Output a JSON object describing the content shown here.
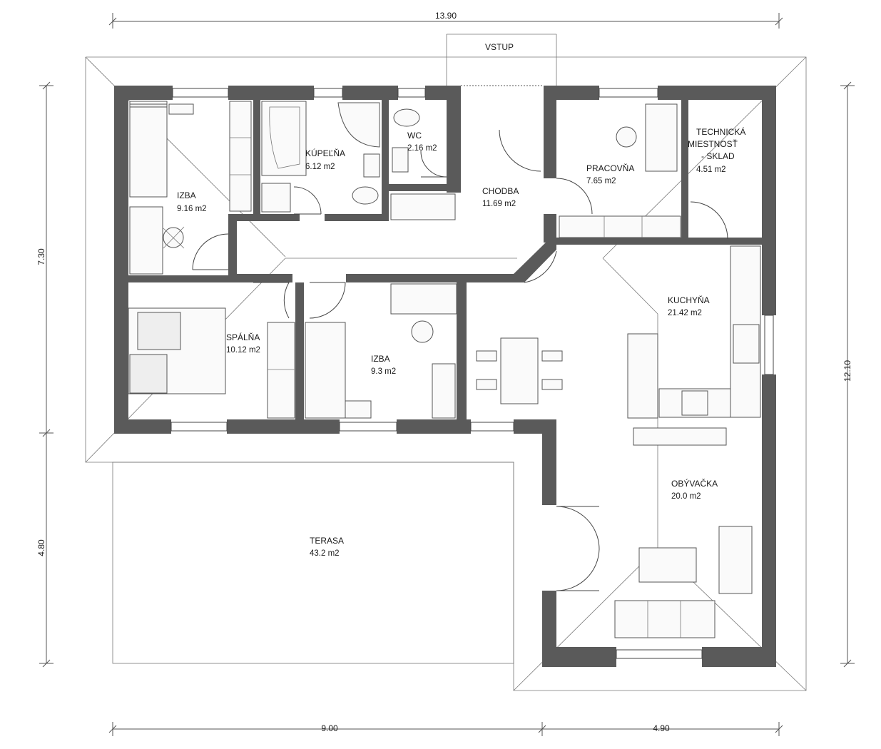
{
  "dimensions": {
    "top_width": "13.90",
    "bottom_left": "9.00",
    "bottom_right": "4.90",
    "left_upper": "7.30",
    "left_lower": "4.80",
    "right_total": "12.10"
  },
  "entrance_label": "VSTUP",
  "rooms": {
    "izba1": {
      "name": "IZBA",
      "area": "9.16 m2"
    },
    "kupelna": {
      "name": "KÚPEĽŇA",
      "area": "6.12 m2"
    },
    "wc": {
      "name": "WC",
      "area": "2.16 m2"
    },
    "chodba": {
      "name": "CHODBA",
      "area": "11.69 m2"
    },
    "pracovna": {
      "name": "PRACOVŇA",
      "area": "7.65 m2"
    },
    "technicka": {
      "name_line1": "TECHNICKÁ",
      "name_line2": "MIESTNOSŤ",
      "name_line3": "- SKLAD",
      "area": "4.51 m2"
    },
    "spalna": {
      "name": "SPÁLŇA",
      "area": "10.12 m2"
    },
    "izba2": {
      "name": "IZBA",
      "area": "9.3 m2"
    },
    "kuchyna": {
      "name": "KUCHYŇA",
      "area": "21.42 m2"
    },
    "obyvacka": {
      "name": "OBÝVAČKA",
      "area": "20.0 m2"
    },
    "terasa": {
      "name": "TERASA",
      "area": "43.2 m2"
    }
  },
  "colors": {
    "wall": "#5a5a5a",
    "line": "#555555"
  }
}
